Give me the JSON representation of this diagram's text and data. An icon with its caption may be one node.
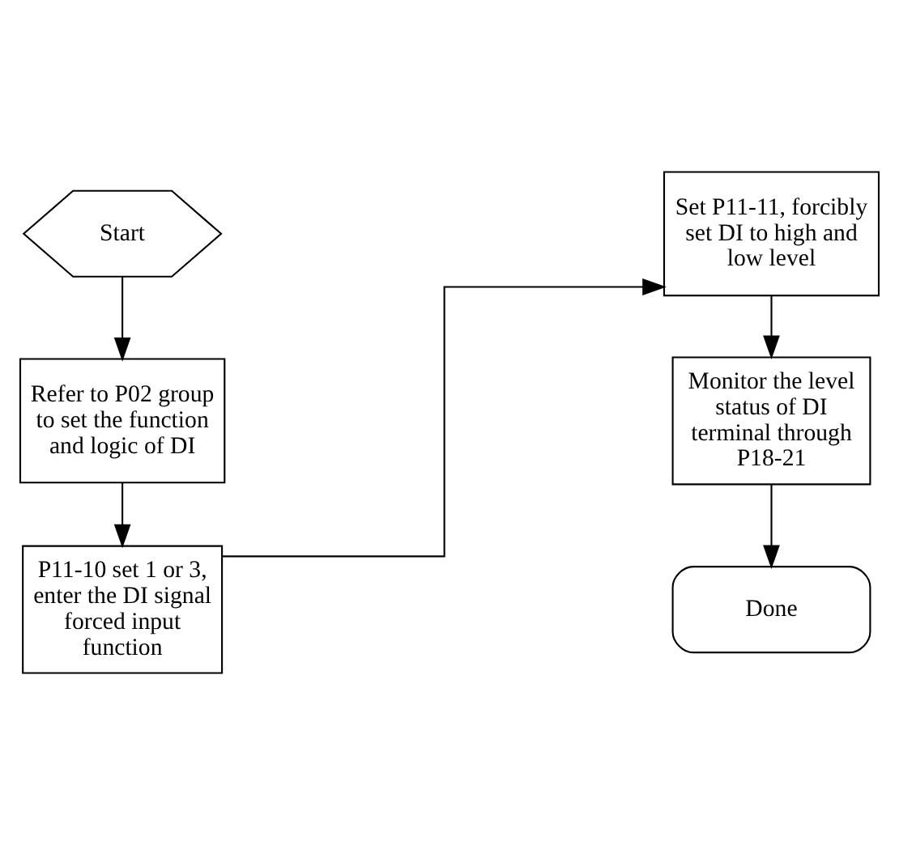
{
  "diagram": {
    "nodes": [
      {
        "text": [
          "Start"
        ]
      },
      {
        "text": [
          "Refer to P02 group to set the function and logic of DI"
        ]
      },
      {
        "text": [
          "P11-10 set 1 or 3, enter the DI signal forced input function"
        ]
      },
      {
        "text": [
          "Set P11-11, forcibly set DI to high and low level"
        ]
      },
      {
        "text": [
          "Monitor the level status of DI terminal through P18-21"
        ]
      },
      {
        "text": [
          "Done"
        ]
      }
    ],
    "edges": [
      {
        "from": 0,
        "to": 1,
        "arrow": "to"
      },
      {
        "from": 1,
        "to": 2,
        "arrow": "to"
      },
      {
        "from": 2,
        "to": 3,
        "arrow": "to"
      },
      {
        "from": 3,
        "to": 4,
        "arrow": "to"
      },
      {
        "from": 4,
        "to": 5,
        "arrow": "to"
      }
    ]
  }
}
